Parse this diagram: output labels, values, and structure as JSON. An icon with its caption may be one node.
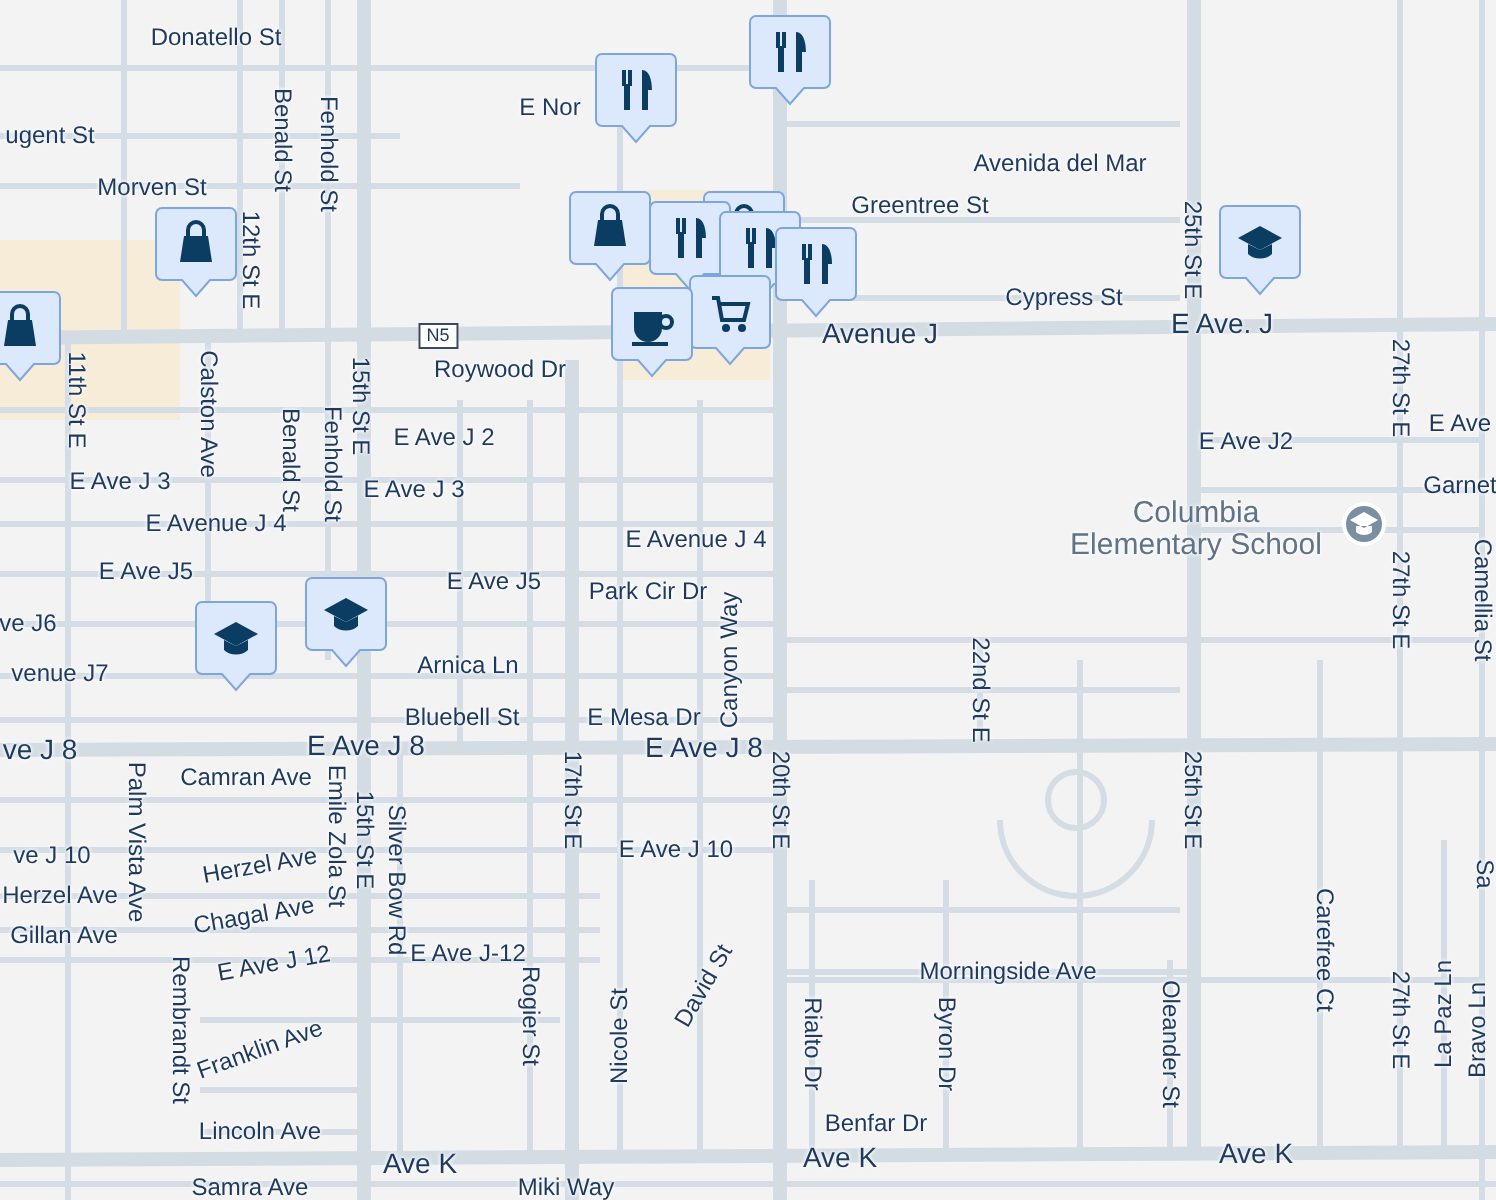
{
  "diagram": {
    "labels": [
      "Donatello St",
      "E Nor",
      "Avenida del Mar",
      "ugent St",
      "Greentree St",
      "Morven St",
      "Benald St",
      "Fenhold St",
      "12th St E",
      "Cypress St",
      "25th St E",
      "N5",
      "Avenue J",
      "E Ave. J",
      "Roywood Dr",
      "11th St E",
      "Calston Ave",
      "15th St E",
      "Benald St",
      "Fenhold St",
      "E Ave J 2",
      "E Ave J2",
      "27th St E",
      "E Ave",
      "E Ave J 3",
      "E Ave J 3",
      "Garnet",
      "Columbia Elementary School",
      "E Avenue J 4",
      "E Avenue J 4",
      "27th St E",
      "Camellia St",
      "E Ave J5",
      "E Ave J5",
      "Park Cir Dr",
      "ve J6",
      "Canyon Way",
      "22nd St E",
      "venue J7",
      "Arnica Ln",
      "Bluebell St",
      "E Mesa Dr",
      "ve J 8",
      "E Ave J 8",
      "E Ave J 8",
      "Camran Ave",
      "Emile Zola St",
      "15th St E",
      "Palm Vista Ave",
      "Silver Bow Rd",
      "17th St E",
      "20th St E",
      "25th St E",
      "ve J 10",
      "E Ave J 10",
      "Herzel Ave",
      "Herzel Ave",
      "Chagal Ave",
      "Gillan Ave",
      "E Ave J 12",
      "E Ave J-12",
      "Carefree Ct",
      "Sa",
      "Rogier St",
      "Nicole St",
      "David St",
      "Morningside Ave",
      "Rialto Dr",
      "Byron Dr",
      "Oleander St",
      "27th St E",
      "La Paz Ln",
      "Bravo Ln",
      "Rembrandt St",
      "Franklin Ave",
      "Benfar Dr",
      "Lincoln Ave",
      "Ave K",
      "Ave K",
      "Ave K",
      "Samra Ave",
      "Miki Way"
    ]
  }
}
